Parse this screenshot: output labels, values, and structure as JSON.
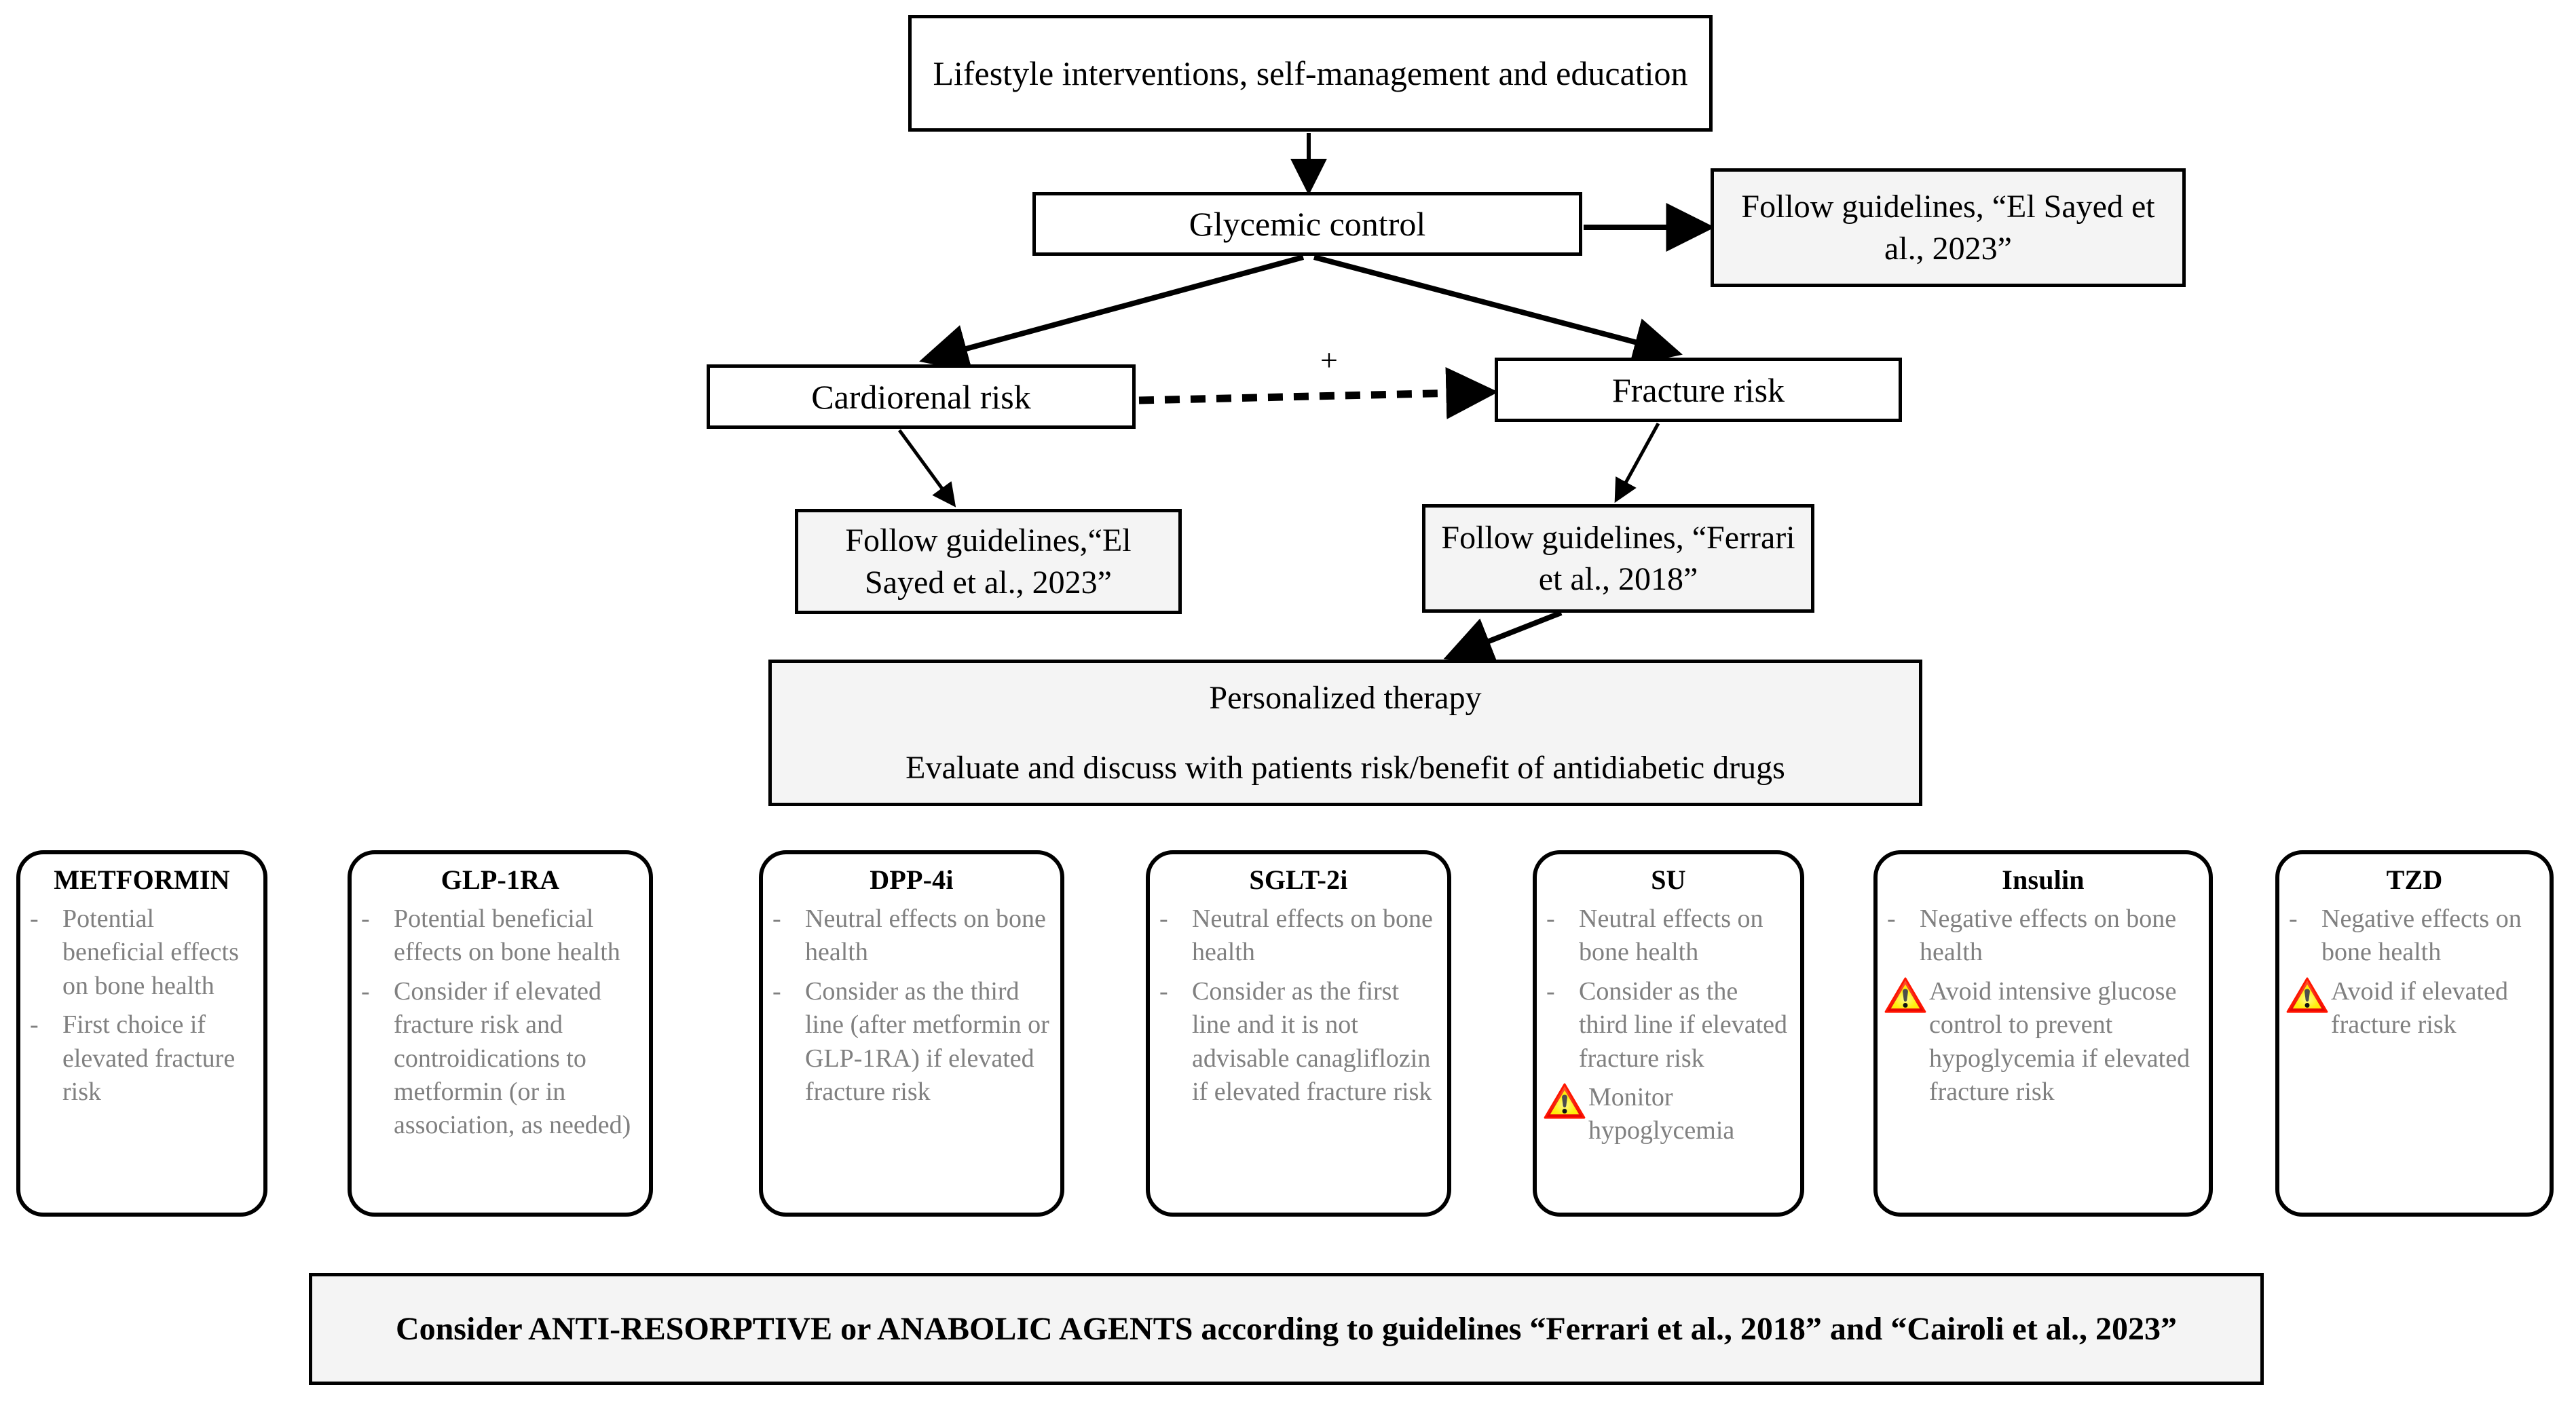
{
  "flow": {
    "lifestyle": "Lifestyle interventions, self-management and education",
    "glycemic": "Glycemic control",
    "follow_glycemic": "Follow guidelines, “El Sayed et al., 2023”",
    "cardiorenal": "Cardiorenal risk",
    "fracture": "Fracture risk",
    "follow_cardiorenal": "Follow guidelines,“El Sayed et al., 2023”",
    "follow_fracture": "Follow guidelines, “Ferrari et al., 2018”",
    "personalized_title": "Personalized therapy",
    "personalized_sub": "Evaluate and discuss with patients risk/benefit of antidiabetic drugs",
    "plus_label": "+"
  },
  "bottom_banner": "Consider ANTI-RESORPTIVE or ANABOLIC AGENTS according to guidelines “Ferrari et al., 2018” and “Cairoli et al., 2023”",
  "cards": [
    {
      "title": "METFORMIN",
      "bullets": [
        {
          "mark": "-",
          "text": "Potential beneficial effects on bone health"
        },
        {
          "mark": "-",
          "text": "First choice if elevated fracture risk"
        }
      ]
    },
    {
      "title": "GLP-1RA",
      "bullets": [
        {
          "mark": "-",
          "text": "Potential beneficial effects on bone health"
        },
        {
          "mark": "-",
          "text": "Consider if elevated fracture risk and controidications to metformin (or in association, as needed)"
        }
      ]
    },
    {
      "title": "DPP-4i",
      "bullets": [
        {
          "mark": "-",
          "text": "Neutral effects on bone health"
        },
        {
          "mark": "-",
          "text": "Consider as the third line (after metformin or GLP-1RA) if elevated fracture risk"
        }
      ]
    },
    {
      "title": "SGLT-2i",
      "bullets": [
        {
          "mark": "-",
          "text": "Neutral effects on bone health"
        },
        {
          "mark": "-",
          "text": "Consider as the first line and it is not advisable canagliflozin if elevated fracture risk"
        }
      ]
    },
    {
      "title": "SU",
      "bullets": [
        {
          "mark": "-",
          "text": "Neutral effects on bone health"
        },
        {
          "mark": "-",
          "text": "Consider as the third line if elevated fracture risk"
        },
        {
          "mark": "warning-icon",
          "text": "Monitor hypoglycemia"
        }
      ]
    },
    {
      "title": "Insulin",
      "bullets": [
        {
          "mark": "-",
          "text": "Negative effects on bone health"
        },
        {
          "mark": "warning-icon",
          "text": "Avoid intensive glucose control to prevent hypoglycemia if elevated fracture risk"
        }
      ]
    },
    {
      "title": "TZD",
      "bullets": [
        {
          "mark": "-",
          "text": "Negative effects on bone health"
        },
        {
          "mark": "warning-icon",
          "text": "Avoid if elevated fracture risk"
        }
      ]
    }
  ],
  "colors": {
    "box_fill_shaded": "#f4f4f4",
    "box_border": "#000000",
    "body_text": "#808080",
    "title_text": "#000000",
    "warning_triangle_fill": "#ffed00",
    "warning_triangle_border": "#ff0000"
  },
  "icons": {
    "warning": "warning-icon"
  }
}
